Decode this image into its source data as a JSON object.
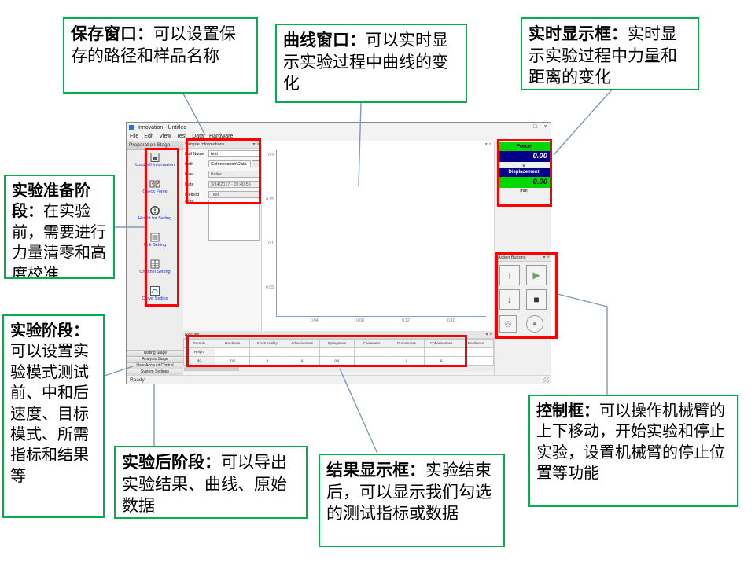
{
  "callouts": [
    {
      "lead": "保存窗口：",
      "body": "可以设置保存的路径和样品名称"
    },
    {
      "lead": "曲线窗口：",
      "body": "可以实时显示实验过程中曲线的变化"
    },
    {
      "lead": "实时显示框：",
      "body": "实时显示实验过程中力量和距离的变化"
    },
    {
      "lead": "实验准备阶段：",
      "body": "在实验前，需要进行力量清零和高度校准"
    },
    {
      "lead": "实验阶段：",
      "body": "可以设置实验模式测试前、中和后速度、目标模式、所需指标和结果等"
    },
    {
      "lead": "实验后阶段：",
      "body": "可以导出实验结果、曲线、原始数据"
    },
    {
      "lead": "结果显示框：",
      "body": "实验结束后，可以显示我们勾选的测试指标或数据"
    },
    {
      "lead": "控制框：",
      "body": "可以操作机械臂的上下移动，开始实验和停止实验，设置机械臂的停止位置等功能"
    }
  ],
  "app": {
    "title": "Innovation - Untitled",
    "menus": [
      "File",
      "Edit",
      "View",
      "Test",
      "Data",
      "Hardware"
    ],
    "window_icons": {
      "minimize": "—",
      "maximize": "□",
      "close": "×"
    },
    "panel_icons": {
      "dropdown": "▾",
      "close": "×"
    },
    "sidebar": {
      "header": "Preparation Stage",
      "items": [
        "Loadcell Information",
        "Check Force",
        "Height for Setting",
        "Unit Setting",
        "Channel Setting",
        "Curve Setting"
      ],
      "stages": [
        "Testing Stage",
        "Analysis Stage",
        "User Account Control",
        "System Settings"
      ]
    },
    "sample_info": {
      "header": "Sample Informations",
      "labels": [
        "Full Name",
        "Path",
        "User",
        "Date",
        "Method",
        "Note"
      ],
      "values": {
        "full_name": "test",
        "path": "C:\\Innovation\\Data",
        "browse": "...",
        "user": "Boiler",
        "date": "3/14/2017 - 09:40:55",
        "method": "Text",
        "note": ""
      }
    },
    "chart": {
      "y_ticks": [
        "0.2",
        "0.15",
        "0.1",
        "0.05"
      ],
      "x_ticks": [
        "0.04",
        "0.08",
        "0.12",
        "0.16"
      ]
    },
    "readout": {
      "force_label": "Force",
      "force_value": "0.00",
      "force_unit": "g",
      "disp_label": "Displacement",
      "disp_value": "0.00",
      "disp_unit": "mm"
    },
    "action_panel": {
      "header": "Action Buttons",
      "icons": {
        "up": "↑",
        "start": "▶",
        "down": "↓",
        "stop": "■",
        "target": "◎",
        "estop": "●"
      }
    },
    "results": {
      "header": "Results",
      "columns": [
        "Sample",
        "Hardness",
        "Fracturability",
        "Adhesiveness",
        "Springiness",
        "Chewiness",
        "Gumminess",
        "Cohesiveness",
        "Resilience"
      ],
      "row2": [
        "Height",
        "",
        "",
        "",
        "",
        "",
        "",
        "",
        ""
      ],
      "row3": [
        "No.",
        "mm",
        "g",
        "g",
        "g.s",
        "",
        "g",
        "g",
        ""
      ]
    },
    "status": {
      "left": "Ready"
    }
  }
}
